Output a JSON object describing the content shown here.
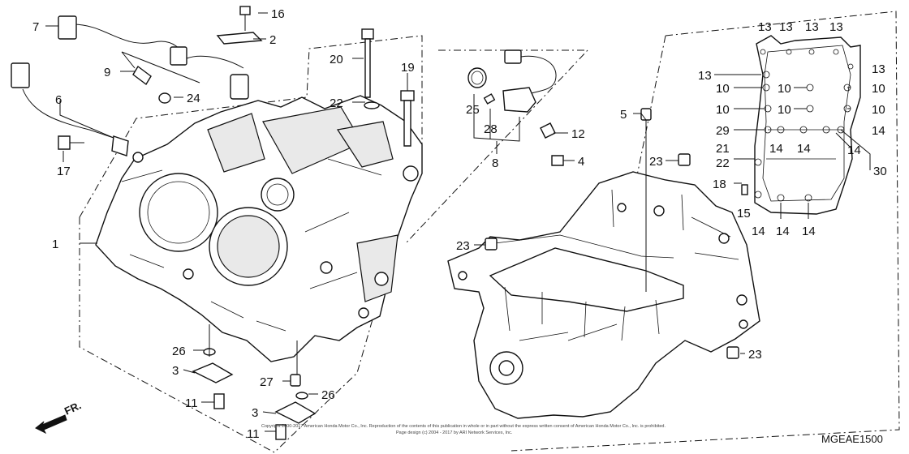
{
  "diagram_code": "MGEAE1500",
  "front_indicator": "FR.",
  "copyright_line1": "Copyright 2000-2017 American Honda Motor Co., Inc. Reproduction of the contents of this publication in whole or in part without the express written consent of American Honda Motor Co., Inc. is prohibited.",
  "copyright_line2": "Page design (c) 2004 - 2017 by ARI Network Services, Inc.",
  "callouts": {
    "c1": "1",
    "c2": "2",
    "c3a": "3",
    "c3b": "3",
    "c4": "4",
    "c5": "5",
    "c6": "6",
    "c7": "7",
    "c8": "8",
    "c9": "9",
    "c11a": "11",
    "c11b": "11",
    "c12": "12",
    "c16": "16",
    "c17": "17",
    "c19": "19",
    "c20": "20",
    "c22a": "22",
    "c23a": "23",
    "c23b": "23",
    "c23c": "23",
    "c24": "24",
    "c25": "25",
    "c26a": "26",
    "c26b": "26",
    "c27": "27",
    "c28": "28",
    "r13a": "13",
    "r13b": "13",
    "r13c": "13",
    "r13d": "13",
    "r13e": "13",
    "r13f": "13",
    "r10a": "10",
    "r10b": "10",
    "r10c": "10",
    "r10d": "10",
    "r10e": "10",
    "r10f": "10",
    "r29": "29",
    "r14a": "14",
    "r14b": "14",
    "r14c": "14",
    "r14d": "14",
    "r14e": "14",
    "r14f": "14",
    "r14g": "14",
    "r21": "21",
    "r22": "22",
    "r18": "18",
    "r15": "15",
    "r30": "30"
  }
}
